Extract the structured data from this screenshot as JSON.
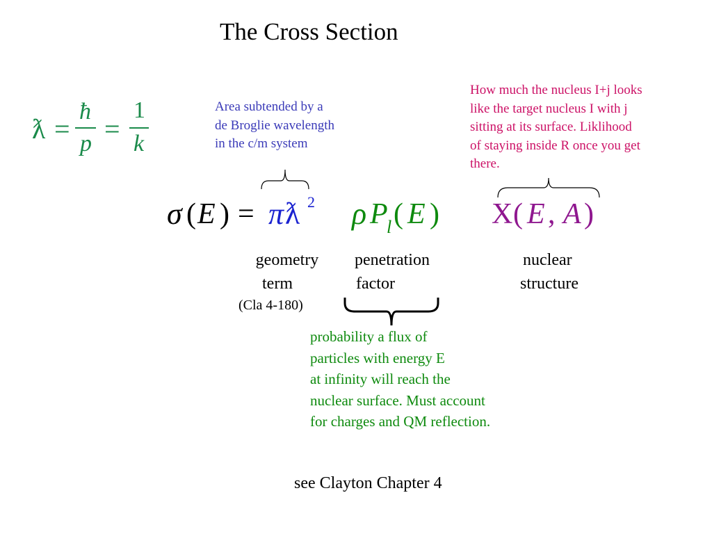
{
  "title": "The Cross Section",
  "lambda_bar_eq": {
    "lambda_bar": "ƛ",
    "equals": "=",
    "hbar": "ħ",
    "p": "p",
    "one": "1",
    "k": "k"
  },
  "annotations": {
    "area_lines": [
      "Area subtended by a",
      "de Broglie wavelength",
      "in the c/m system"
    ],
    "nucleus_lines": [
      "How much the nucleus I+j looks",
      "like the target nucleus I with j",
      "sitting at its surface. Liklihood",
      "of staying inside R once you get",
      "there."
    ],
    "probability_lines": [
      "probability a flux of",
      "particles with energy E",
      "at infinity will reach the",
      "nuclear surface. Must account",
      "for charges and QM reflection."
    ]
  },
  "equation": {
    "sigma": "σ",
    "open_paren": "(",
    "E": "E",
    "close_paren": ")",
    "equals": "=",
    "pi": "π",
    "lambda_bar": "ƛ",
    "squared": "2",
    "rho": "ρ",
    "P": "P",
    "l_sub": "l",
    "X": "X",
    "comma": ",",
    "A": "A"
  },
  "labels": {
    "geometry_line1": "geometry",
    "geometry_line2": "term",
    "cla_ref": "(Cla 4-180)",
    "penetration_line1": "penetration",
    "penetration_line2": "factor",
    "nuclear_line1": "nuclear",
    "nuclear_line2": "structure"
  },
  "footer": "see Clayton Chapter 4",
  "colors": {
    "blue": "#3a3ab8",
    "pink": "#cc1166",
    "green": "#0e8a0e",
    "purple": "#8f178f",
    "black": "#000000"
  }
}
